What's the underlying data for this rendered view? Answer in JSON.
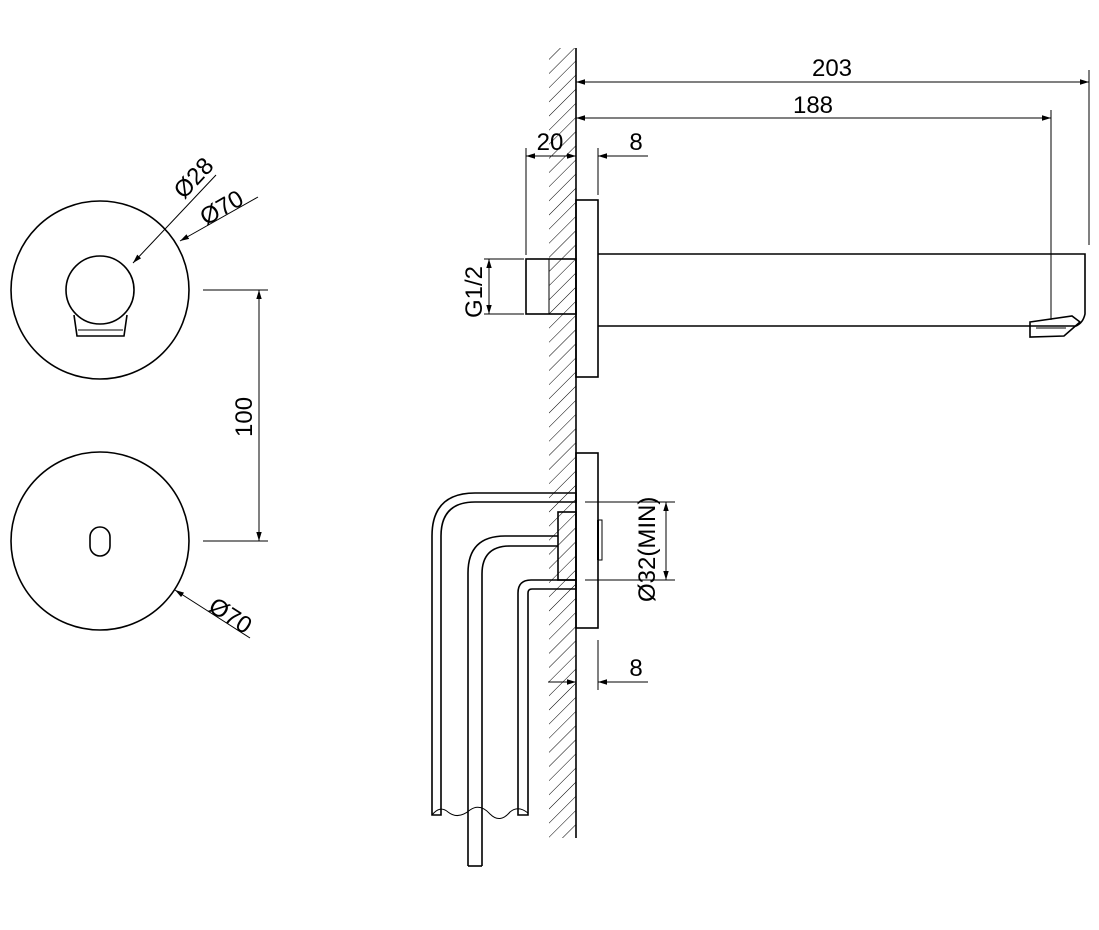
{
  "labels": {
    "spout_outlet_dia": "Ø28",
    "spout_plate_dia": "Ø70",
    "sensor_plate_dia": "Ø70",
    "plate_spacing": "100",
    "total_length": "203",
    "spout_length": "188",
    "wall_depth": "20",
    "spout_plate_thickness": "8",
    "sensor_plate_thickness": "8",
    "thread": "G1/2",
    "hole_dia": "Ø32(MIN)"
  },
  "colors": {
    "line": "#000000",
    "background": "#ffffff"
  }
}
